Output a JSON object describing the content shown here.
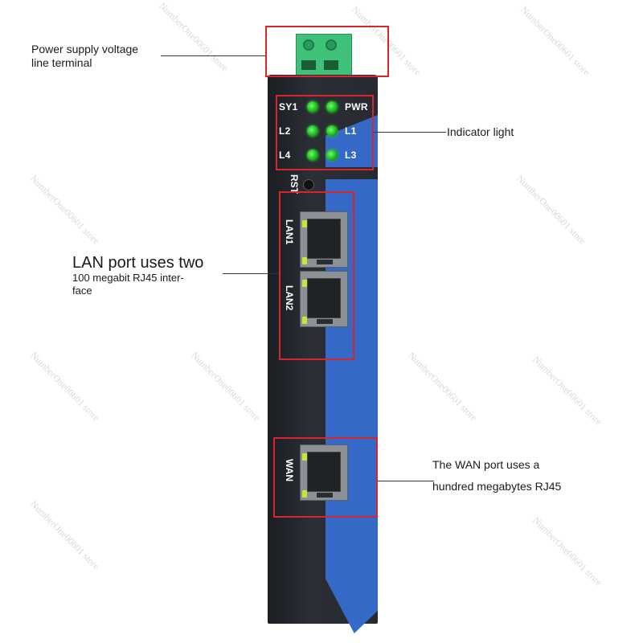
{
  "callouts": {
    "power_line1": "Power supply voltage",
    "power_line2": "line terminal",
    "indicator": "Indicator light",
    "lan_title": "LAN port uses two",
    "lan_line2": "100 megabit RJ45 inter-",
    "lan_line3": "face",
    "wan_line1": "The WAN port uses a",
    "wan_line2": "hundred megabytes RJ45"
  },
  "leds": {
    "sy1": "SY1",
    "pwr": "PWR",
    "l2": "L2",
    "l1": "L1",
    "l4": "L4",
    "l3": "L3"
  },
  "ports": {
    "rst": "RST",
    "lan1": "LAN1",
    "lan2": "LAN2",
    "wan": "WAN"
  },
  "watermark": "NumberOne00601 store",
  "colors": {
    "highlight_box": "#d9262c",
    "device_body": "#272a30",
    "device_stripe": "#3569c7",
    "terminal": "#3fc17a",
    "led_green": "#1fb51f"
  }
}
